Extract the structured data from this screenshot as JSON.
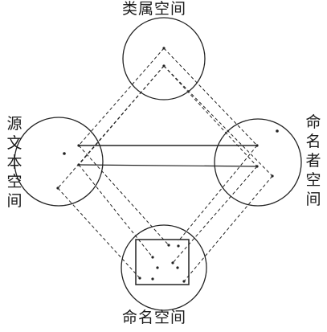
{
  "labels": {
    "top": "类属空间",
    "left": "源文本空间",
    "right": "命名者空间",
    "bottom": "命名空间"
  },
  "colors": {
    "stroke": "#222222",
    "background": "#ffffff"
  }
}
